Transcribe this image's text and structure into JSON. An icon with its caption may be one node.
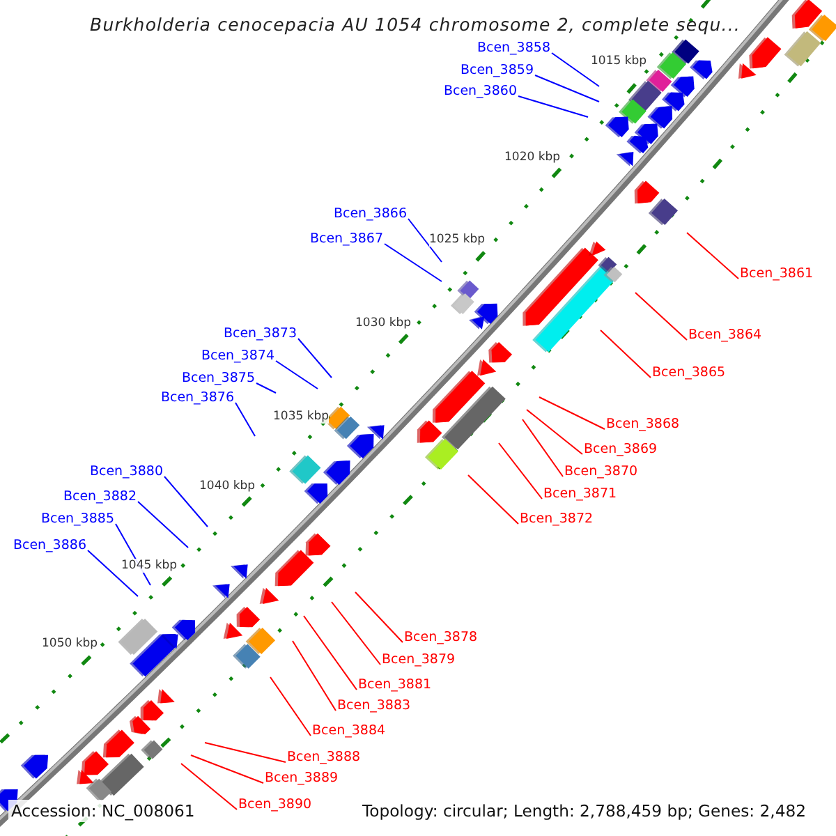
{
  "diagram": {
    "title": "Burkholderia cenocepacia AU 1054 chromosome 2, complete sequ...",
    "nodes": [
      {
        "text": [
          "Bcen_3858"
        ]
      },
      {
        "text": [
          "Bcen_3859"
        ]
      },
      {
        "text": [
          "Bcen_3860"
        ]
      },
      {
        "text": [
          "Bcen_3866"
        ]
      },
      {
        "text": [
          "Bcen_3867"
        ]
      },
      {
        "text": [
          "Bcen_3861"
        ]
      },
      {
        "text": [
          "Bcen_3873"
        ]
      },
      {
        "text": [
          "Bcen_3864"
        ]
      },
      {
        "text": [
          "Bcen_3874"
        ]
      },
      {
        "text": [
          "Bcen_3865"
        ]
      },
      {
        "text": [
          "Bcen_3875"
        ]
      },
      {
        "text": [
          "Bcen_3876"
        ]
      },
      {
        "text": [
          "Bcen_3868"
        ]
      },
      {
        "text": [
          "Bcen_3869"
        ]
      },
      {
        "text": [
          "Bcen_3880"
        ]
      },
      {
        "text": [
          "Bcen_3870"
        ]
      },
      {
        "text": [
          "Bcen_3871"
        ]
      },
      {
        "text": [
          "Bcen_3882"
        ]
      },
      {
        "text": [
          "Bcen_3872"
        ]
      },
      {
        "text": [
          "Bcen_3885"
        ]
      },
      {
        "text": [
          "Bcen_3886"
        ]
      },
      {
        "text": [
          "Bcen_3878"
        ]
      },
      {
        "text": [
          "Bcen_3879"
        ]
      },
      {
        "text": [
          "Bcen_3881"
        ]
      },
      {
        "text": [
          "Bcen_3883"
        ]
      },
      {
        "text": [
          "Bcen_3884"
        ]
      },
      {
        "text": [
          "Bcen_3888"
        ]
      },
      {
        "text": [
          "Bcen_3889"
        ]
      },
      {
        "text": [
          "Bcen_3890"
        ]
      }
    ],
    "edges": [
      {
        "from": 0,
        "to": null,
        "arrow": "none",
        "color": "#0000ff"
      },
      {
        "from": 1,
        "to": null,
        "arrow": "none",
        "color": "#0000ff"
      },
      {
        "from": 2,
        "to": null,
        "arrow": "none",
        "color": "#0000ff"
      },
      {
        "from": 3,
        "to": null,
        "arrow": "none",
        "color": "#0000ff"
      },
      {
        "from": 4,
        "to": null,
        "arrow": "none",
        "color": "#0000ff"
      },
      {
        "from": 5,
        "to": null,
        "arrow": "none"
      },
      {
        "from": 6,
        "to": null,
        "arrow": "none",
        "color": "#0000ff"
      },
      {
        "from": 7,
        "to": null,
        "arrow": "none"
      },
      {
        "from": 8,
        "to": null,
        "arrow": "none",
        "color": "#0000ff"
      },
      {
        "from": 9,
        "to": null,
        "arrow": "none"
      },
      {
        "from": 10,
        "to": null,
        "arrow": "none",
        "color": "#0000ff"
      },
      {
        "from": 11,
        "to": null,
        "arrow": "none",
        "color": "#0000ff"
      },
      {
        "from": 12,
        "to": null,
        "arrow": "none"
      },
      {
        "from": 13,
        "to": null,
        "arrow": "none"
      },
      {
        "from": 14,
        "to": null,
        "arrow": "none",
        "color": "#0000ff"
      },
      {
        "from": 15,
        "to": null,
        "arrow": "none"
      },
      {
        "from": 16,
        "to": null,
        "arrow": "none"
      },
      {
        "from": 17,
        "to": null,
        "arrow": "none",
        "color": "#0000ff"
      },
      {
        "from": 18,
        "to": null,
        "arrow": "none"
      },
      {
        "from": 19,
        "to": null,
        "arrow": "none",
        "color": "#0000ff"
      },
      {
        "from": 20,
        "to": null,
        "arrow": "none",
        "color": "#0000ff"
      },
      {
        "from": 21,
        "to": null,
        "arrow": "none"
      },
      {
        "from": 22,
        "to": null,
        "arrow": "none"
      },
      {
        "from": 23,
        "to": null,
        "arrow": "none"
      },
      {
        "from": 24,
        "to": null,
        "arrow": "none"
      },
      {
        "from": 25,
        "to": null,
        "arrow": "none"
      },
      {
        "from": 26,
        "to": null,
        "arrow": "none"
      },
      {
        "from": 27,
        "to": null,
        "arrow": "none"
      },
      {
        "from": 28,
        "to": null,
        "arrow": "none"
      }
    ],
    "labels": [
      "1015 kbp",
      "1020 kbp",
      "1025 kbp",
      "1030 kbp",
      "1035 kbp",
      "1040 kbp",
      "1045 kbp",
      "1050 kbp",
      "Accession: NC_008061",
      "Topology: circular; Length: 2,788,459 bp; Genes: 2,482"
    ]
  }
}
